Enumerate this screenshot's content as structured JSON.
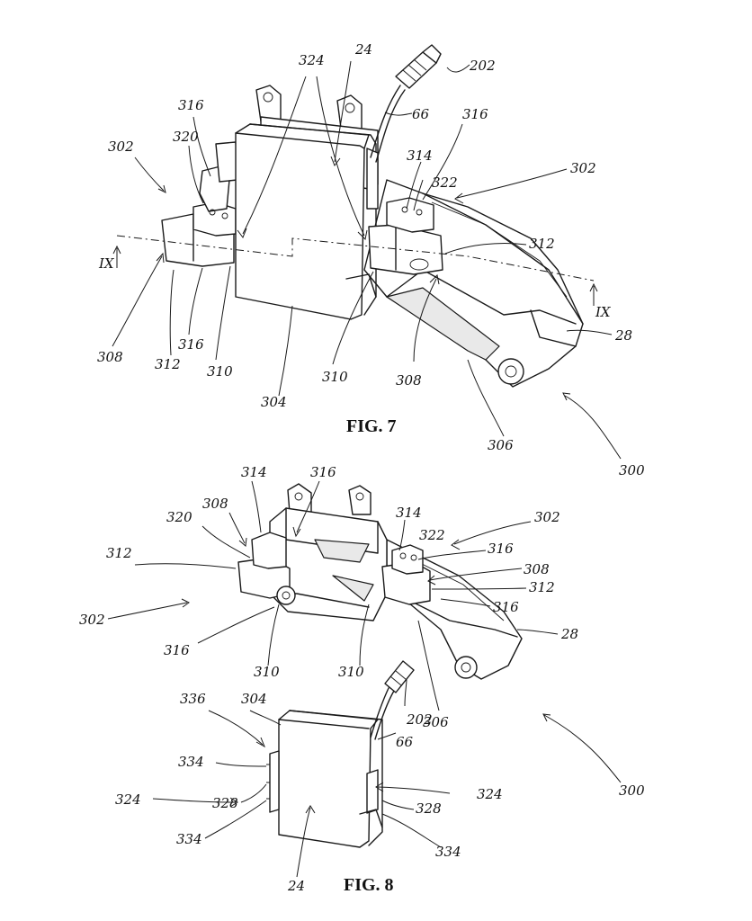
{
  "figures": [
    {
      "caption": "FIG. 7",
      "labels": [
        "324",
        "24",
        "202",
        "66",
        "316",
        "316",
        "302",
        "320",
        "314",
        "322",
        "302",
        "312",
        "IX",
        "IX",
        "308",
        "312",
        "316",
        "310",
        "304",
        "310",
        "308",
        "28",
        "306",
        "300"
      ]
    },
    {
      "caption": "FIG. 8",
      "labels": [
        "314",
        "316",
        "308",
        "320",
        "314",
        "302",
        "322",
        "312",
        "316",
        "308",
        "302",
        "312",
        "316",
        "28",
        "316",
        "310",
        "310",
        "306",
        "300",
        "336",
        "304",
        "202",
        "66",
        "334",
        "324",
        "328",
        "334",
        "324",
        "328",
        "334",
        "24"
      ]
    }
  ]
}
